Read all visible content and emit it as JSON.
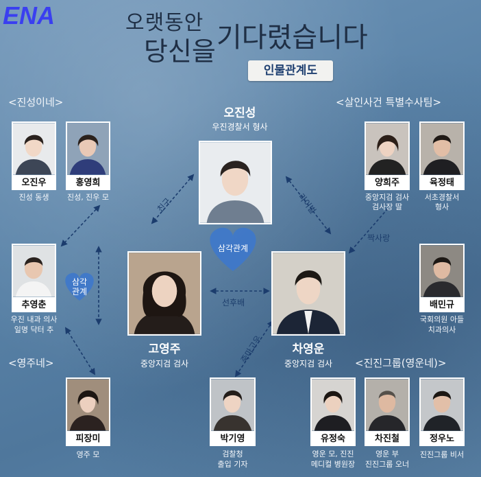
{
  "brand": {
    "logo_text": "ENA"
  },
  "title": {
    "line1": "오랫동안",
    "line2": "당신을",
    "line3": "기다렸습니다"
  },
  "subtitle": "인물관계도",
  "groups": {
    "jinseong": "<진성이네>",
    "special": "<살인사건 특별수사팀>",
    "youngju": "<영주네>",
    "jinjin": "<진진그룹(영운네)>"
  },
  "main": {
    "ojinseong": {
      "name": "오진성",
      "role": "우진경찰서 형사"
    },
    "goyoungju": {
      "name": "고영주",
      "role": "중앙지검 검사"
    },
    "chayoungun": {
      "name": "차영운",
      "role": "중앙지검 검사"
    }
  },
  "people": {
    "ojinwoo": {
      "name": "오진우",
      "desc1": "진성 동생",
      "desc2": ""
    },
    "hongyounghee": {
      "name": "홍영희",
      "desc1": "진성, 진우 모",
      "desc2": ""
    },
    "chuyoungchun": {
      "name": "추영춘",
      "desc1": "우진 내과 의사",
      "desc2": "일명 닥터 추"
    },
    "pijangmi": {
      "name": "피장미",
      "desc1": "영주 모",
      "desc2": ""
    },
    "yangheeju": {
      "name": "양희주",
      "desc1": "중앙지검 검사",
      "desc2": "검사장 딸"
    },
    "yukjeongtae": {
      "name": "육정태",
      "desc1": "서초경찰서",
      "desc2": "형사"
    },
    "baeminkyu": {
      "name": "배민규",
      "desc1": "국회의원 아들",
      "desc2": "치과의사"
    },
    "parkkiyoung": {
      "name": "박기영",
      "desc1": "검찰청",
      "desc2": "출입 기자"
    },
    "yujeongsuk": {
      "name": "유정숙",
      "desc1": "영운 모, 진진",
      "desc2": "메디컬 병원장"
    },
    "chajincheol": {
      "name": "차진철",
      "desc1": "영운 부",
      "desc2": "진진그룹 오너"
    },
    "jeongwoono": {
      "name": "정우노",
      "desc1": "진진그룹 비서",
      "desc2": ""
    }
  },
  "relations": {
    "friend": "친구",
    "rival": "라이벌",
    "triangle": "삼각관계",
    "senior_junior": "선후배",
    "crush": "짝사랑",
    "triangle_small_1": "삼각",
    "triangle_small_2": "관계",
    "bamboo": "죽마고우"
  },
  "colors": {
    "bg_top": "#6f95b8",
    "bg_bottom": "#4f779c",
    "title": "#1f2f45",
    "subtitle_text": "#1e3f70",
    "heart": "#3f78c9",
    "line": "#1b3c6d",
    "logo": "#3a3ff0"
  }
}
